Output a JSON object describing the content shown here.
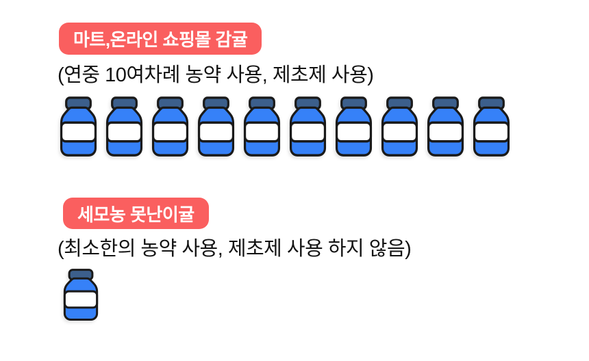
{
  "colors": {
    "background": "#ffffff",
    "badge_bg": "#fa5f5f",
    "badge_text": "#ffffff",
    "text": "#131313",
    "bottle_body": "#3681f8",
    "bottle_cap": "#3c5f8c",
    "bottle_label": "#ffffff",
    "bottle_outline": "#1a1a1a"
  },
  "sections": [
    {
      "badge": "마트,온라인 쇼핑몰 감귤",
      "description": "(연중 10여차례 농약 사용, 제초제 사용)",
      "bottle_count": 10
    },
    {
      "badge": "세모농 못난이귤",
      "description": "(최소한의 농약 사용, 제초제 사용 하지 않음)",
      "bottle_count": 1
    }
  ],
  "chart_data": {
    "type": "bar",
    "style": "pictogram",
    "unit_icon": "pesticide-bottle",
    "categories": [
      "마트,온라인 쇼핑몰 감귤",
      "세모농 못난이귤"
    ],
    "values": [
      10,
      1
    ],
    "annotations": [
      "(연중 10여차례 농약 사용, 제초제 사용)",
      "(최소한의 농약 사용, 제초제 사용 하지 않음)"
    ],
    "legend_position": "none",
    "grid": false
  }
}
